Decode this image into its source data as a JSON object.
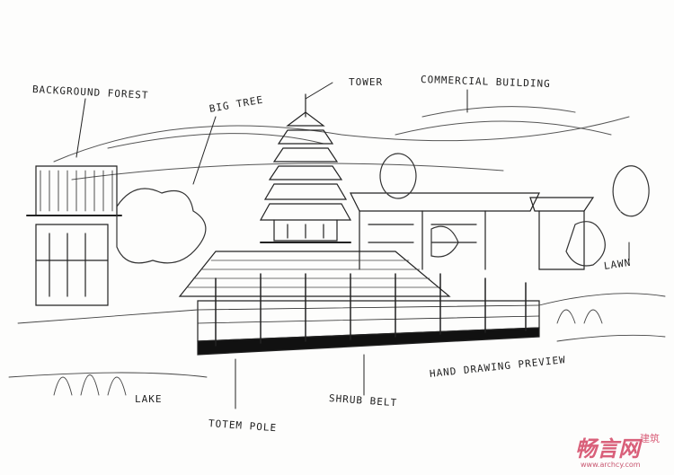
{
  "labels": {
    "background_forest": "BACKGROUND FOREST",
    "big_tree": "BIG TREE",
    "tower": "TOWER",
    "commercial_building": "COMMERCIAL BUILDING",
    "lawn": "LAWN",
    "lake": "LAKE",
    "totem_pole": "TOTEM POLE",
    "shrub_belt": "SHRUB BELT",
    "hand_drawing_preview": "HAND DRAWING PREVIEW"
  },
  "watermark": {
    "name": "畅言网",
    "suffix": "建筑",
    "url": "www.archcy.com",
    "color": "#d9607a"
  }
}
